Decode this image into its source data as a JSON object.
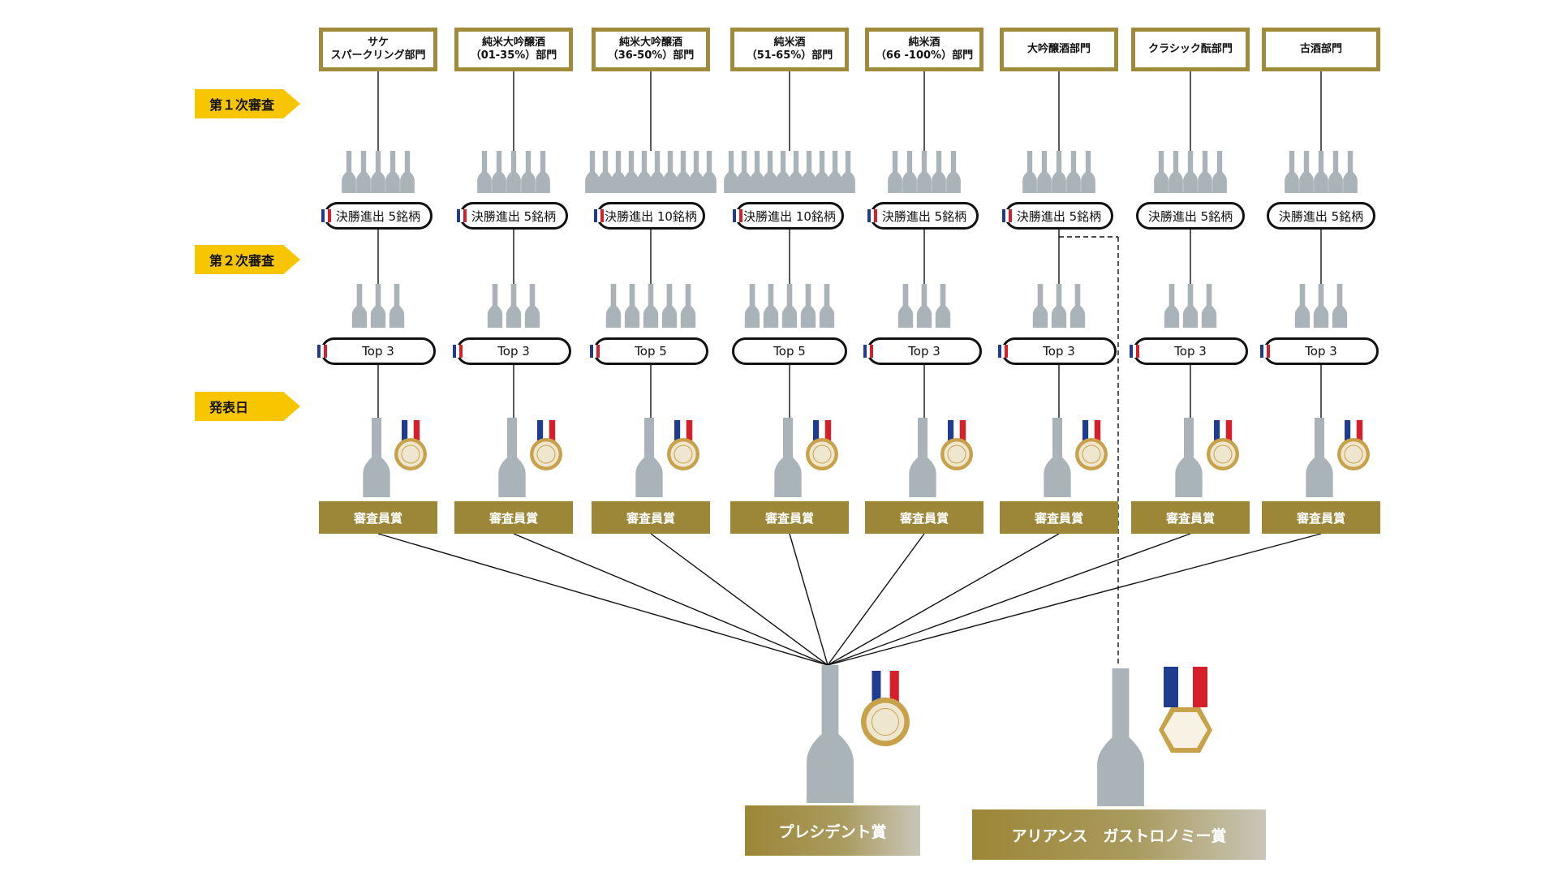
{
  "stages": {
    "first": "第１次審査",
    "second": "第２次審査",
    "announce": "発表日"
  },
  "categories": [
    {
      "line1": "サケ",
      "line2": "スパークリング部門",
      "finalist": "決勝進出 5銘柄",
      "finalists_count": 5,
      "top": "Top 3",
      "top_count": 3,
      "entries_count": 5,
      "award": "審査員賞"
    },
    {
      "line1": "純米大吟醸酒",
      "line2": "（01-35%）部門",
      "finalist": "決勝進出 5銘柄",
      "finalists_count": 5,
      "top": "Top 3",
      "top_count": 3,
      "entries_count": 5,
      "award": "審査員賞"
    },
    {
      "line1": "純米大吟醸酒",
      "line2": "（36-50%）部門",
      "finalist": "決勝進出 10銘柄",
      "finalists_count": 10,
      "top": "Top 5",
      "top_count": 5,
      "entries_count": 10,
      "award": "審査員賞"
    },
    {
      "line1": "純米酒",
      "line2": "（51-65%）部門",
      "finalist": "決勝進出 10銘柄",
      "finalists_count": 10,
      "top": "Top 5",
      "top_count": 5,
      "entries_count": 10,
      "award": "審査員賞"
    },
    {
      "line1": "純米酒",
      "line2": "（66 -100%）部門",
      "finalist": "決勝進出 5銘柄",
      "finalists_count": 5,
      "top": "Top 3",
      "top_count": 3,
      "entries_count": 5,
      "award": "審査員賞"
    },
    {
      "line1": "大吟醸酒部門",
      "line2": "",
      "finalist": "決勝進出 5銘柄",
      "finalists_count": 5,
      "top": "Top 3",
      "top_count": 3,
      "entries_count": 5,
      "award": "審査員賞"
    },
    {
      "line1": "クラシック酛部門",
      "line2": "",
      "finalist": "決勝進出 5銘柄",
      "finalists_count": 5,
      "top": "Top 3",
      "top_count": 3,
      "entries_count": 5,
      "award": "審査員賞"
    },
    {
      "line1": "古酒部門",
      "line2": "",
      "finalist": "決勝進出 5銘柄",
      "finalists_count": 5,
      "top": "Top 3",
      "top_count": 3,
      "entries_count": 5,
      "award": "審査員賞"
    }
  ],
  "grand_awards": {
    "president": "プレシデント賞",
    "alliance": "アリアンス　ガストロノミー賞"
  },
  "colors": {
    "gold": "#9c8637",
    "yellow_tag": "#f7c600",
    "bottle": "#a9b3b8",
    "flag_blue": "#1f3c8f",
    "flag_red": "#d5202b"
  },
  "icons": {
    "bottle": "bottle-icon",
    "medal": "medal-icon",
    "flag": "french-flag-icon"
  }
}
